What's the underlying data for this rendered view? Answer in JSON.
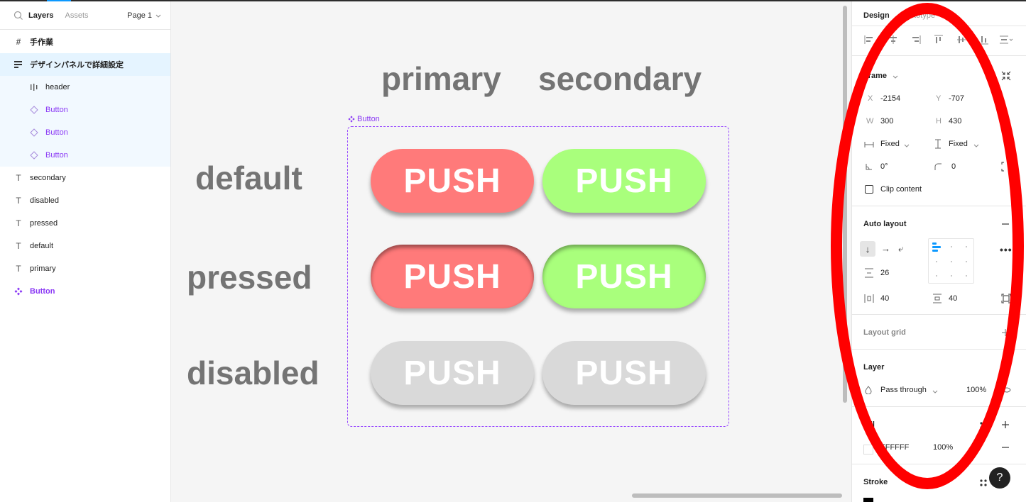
{
  "left_panel": {
    "tabs": [
      "Layers",
      "Assets"
    ],
    "page": "Page 1",
    "layers": [
      {
        "name": "手作業",
        "icon": "frame-icon",
        "style": "bold"
      },
      {
        "name": "デザインパネルで詳細設定",
        "icon": "vertical-autolayout-icon",
        "style": "selected-bold"
      },
      {
        "name": "header",
        "icon": "horizontal-autolayout-icon",
        "style": "child"
      },
      {
        "name": "Button",
        "icon": "instance-icon",
        "style": "child-purple"
      },
      {
        "name": "Button",
        "icon": "instance-icon",
        "style": "child-purple"
      },
      {
        "name": "Button",
        "icon": "instance-icon",
        "style": "child-purple"
      },
      {
        "name": "secondary",
        "icon": "text-icon",
        "style": "normal"
      },
      {
        "name": "disabled",
        "icon": "text-icon",
        "style": "normal"
      },
      {
        "name": "pressed",
        "icon": "text-icon",
        "style": "normal"
      },
      {
        "name": "default",
        "icon": "text-icon",
        "style": "normal"
      },
      {
        "name": "primary",
        "icon": "text-icon",
        "style": "normal"
      },
      {
        "name": "Button",
        "icon": "component-icon",
        "style": "purple-bold"
      }
    ]
  },
  "canvas": {
    "columns": [
      "primary",
      "secondary"
    ],
    "rows": [
      "default",
      "pressed",
      "disabled"
    ],
    "frame_label": "Button",
    "button_text": "PUSH",
    "colors": {
      "primary": "#ff7a7a",
      "secondary": "#a9ff7c",
      "disabled": "#d9d9d9",
      "frame": "#9747ff"
    }
  },
  "right_panel": {
    "tabs": [
      "Design",
      "Prototype"
    ],
    "frame": {
      "title": "Frame",
      "x_label": "X",
      "x": "-2154",
      "y_label": "Y",
      "y": "-707",
      "w_label": "W",
      "w": "300",
      "h_label": "H",
      "h": "430",
      "width_mode": "Fixed",
      "height_mode": "Fixed",
      "rotation": "0°",
      "radius": "0",
      "clip_content": "Clip content"
    },
    "auto_layout": {
      "title": "Auto layout",
      "gap": "26",
      "padding_h": "40",
      "padding_v": "40"
    },
    "layout_grid": {
      "title": "Layout grid"
    },
    "layer": {
      "title": "Layer",
      "blend": "Pass through",
      "opacity": "100%"
    },
    "fill": {
      "title": "Fill",
      "hex": "FFFFFF",
      "opacity": "100%"
    },
    "stroke": {
      "title": "Stroke"
    },
    "help": "?"
  },
  "annotation": {
    "color": "#ff0000"
  }
}
